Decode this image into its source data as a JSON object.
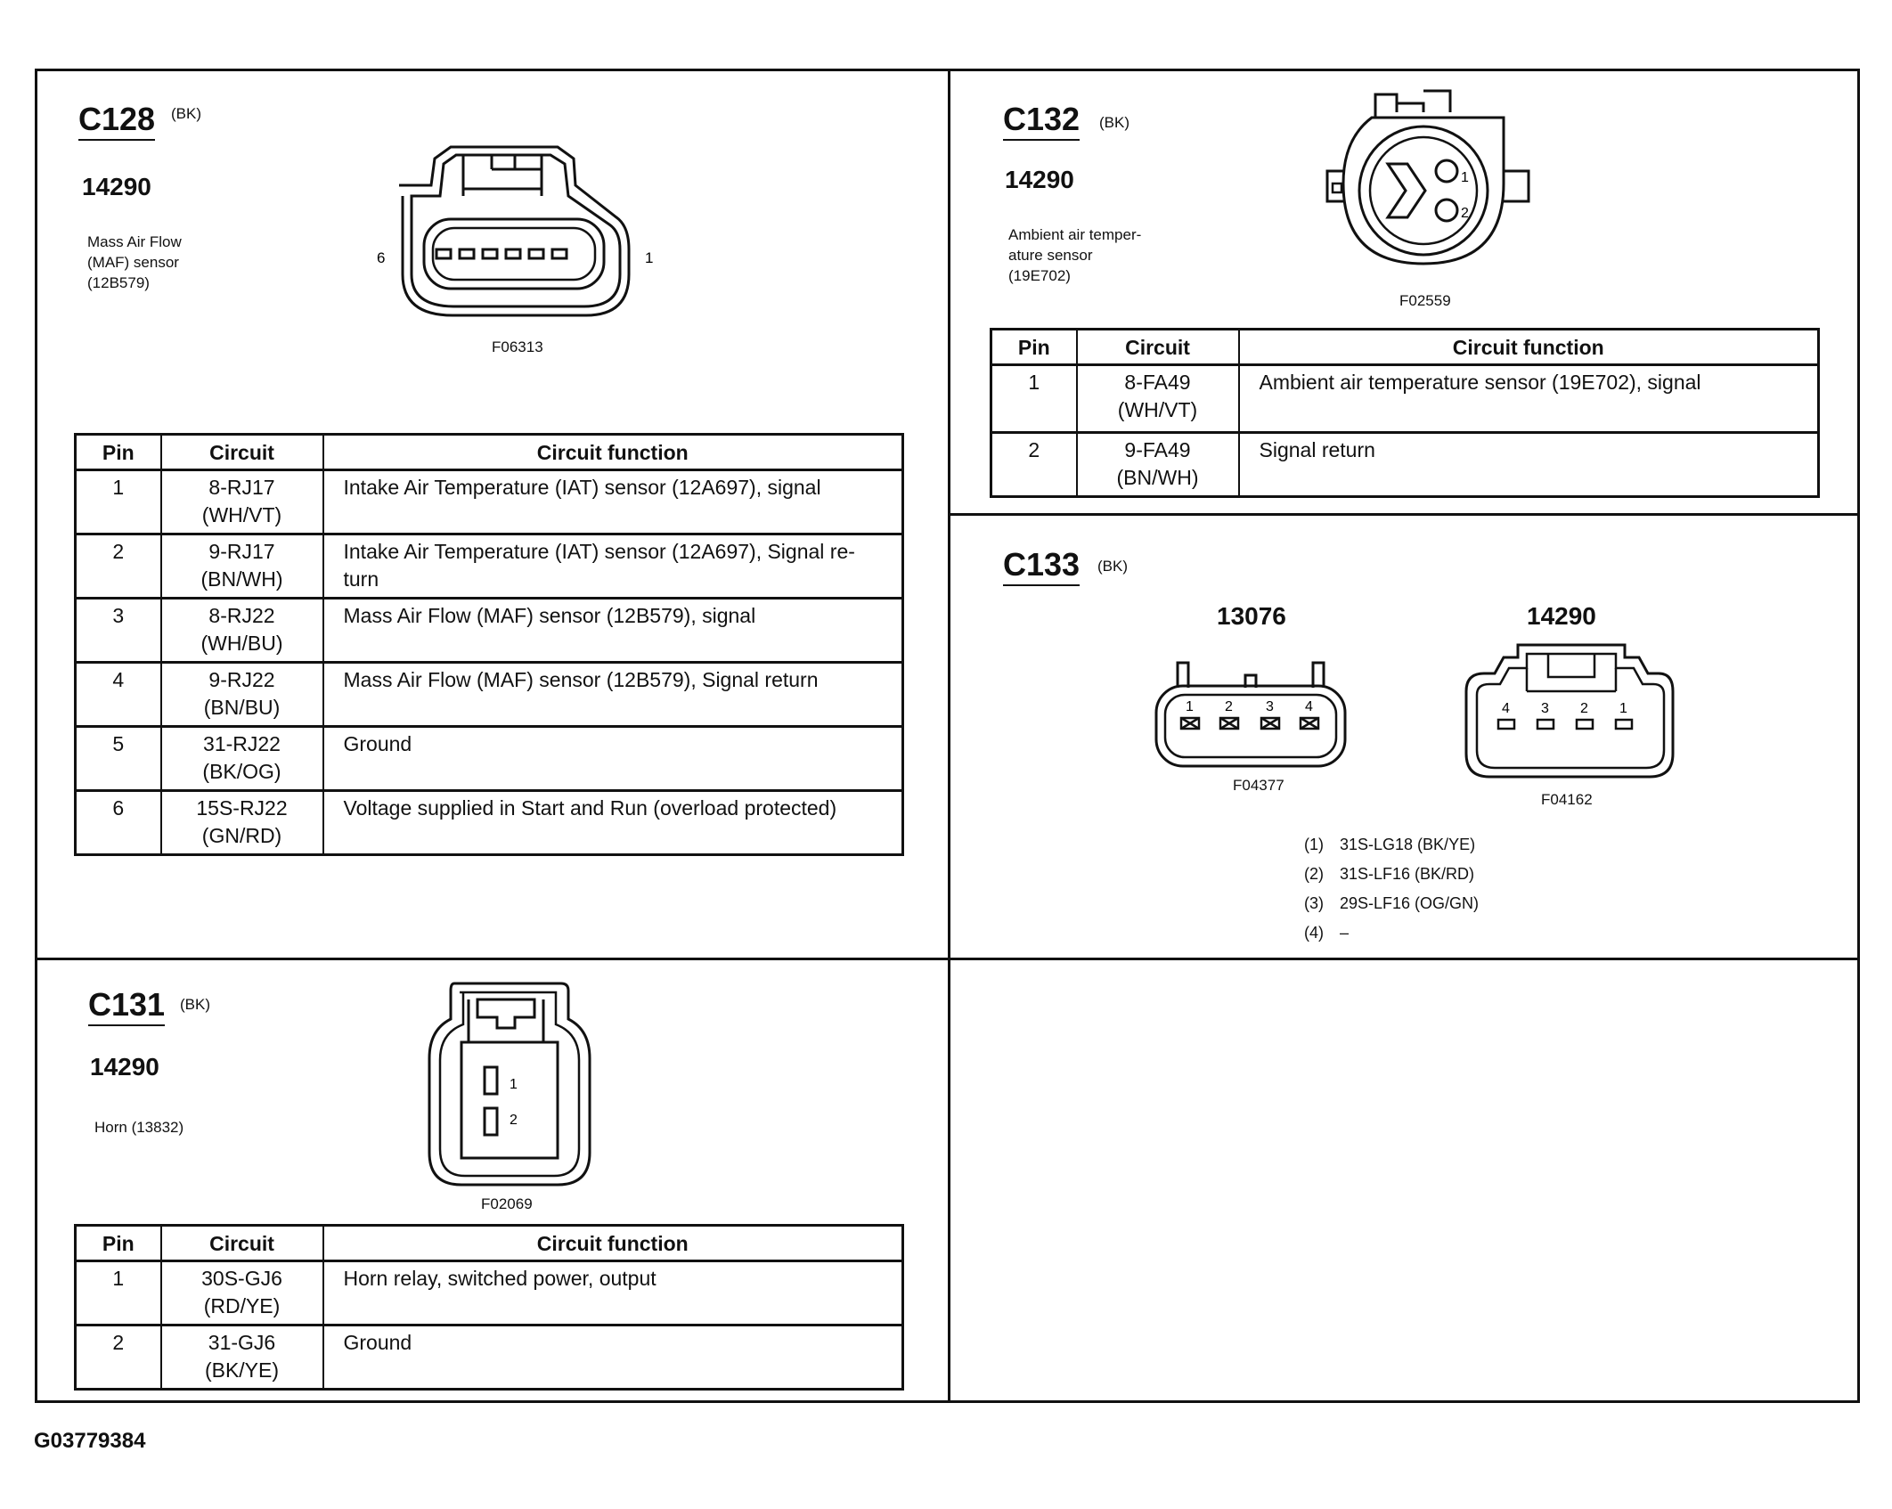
{
  "c128": {
    "id": "C128",
    "color": "(BK)",
    "part": "14290",
    "description": "Mass Air Flow\n(MAF) sensor\n(12B579)",
    "figure": "F06313",
    "pin_left": "6",
    "pin_right": "1",
    "headers": [
      "Pin",
      "Circuit",
      "Circuit function"
    ],
    "rows": [
      {
        "pin": "1",
        "circuit": "8-RJ17\n(WH/VT)",
        "function": "Intake Air Temperature (IAT) sensor (12A697), signal"
      },
      {
        "pin": "2",
        "circuit": "9-RJ17\n(BN/WH)",
        "function": "Intake Air Temperature (IAT) sensor (12A697), Signal re-turn"
      },
      {
        "pin": "3",
        "circuit": "8-RJ22\n(WH/BU)",
        "function": "Mass Air Flow (MAF) sensor (12B579), signal"
      },
      {
        "pin": "4",
        "circuit": "9-RJ22\n(BN/BU)",
        "function": "Mass Air Flow (MAF) sensor (12B579), Signal return"
      },
      {
        "pin": "5",
        "circuit": "31-RJ22\n(BK/OG)",
        "function": "Ground"
      },
      {
        "pin": "6",
        "circuit": "15S-RJ22\n(GN/RD)",
        "function": "Voltage supplied in Start and Run (overload protected)"
      }
    ]
  },
  "c132": {
    "id": "C132",
    "color": "(BK)",
    "part": "14290",
    "description": "Ambient air temper-\nature sensor\n(19E702)",
    "figure": "F02559",
    "pin_labels": [
      "1",
      "2"
    ],
    "headers": [
      "Pin",
      "Circuit",
      "Circuit function"
    ],
    "rows": [
      {
        "pin": "1",
        "circuit": "8-FA49\n(WH/VT)",
        "function": "Ambient air temperature sensor (19E702), signal"
      },
      {
        "pin": "2",
        "circuit": "9-FA49\n(BN/WH)",
        "function": "Signal return"
      }
    ]
  },
  "c133": {
    "id": "C133",
    "color": "(BK)",
    "left_part": "13076",
    "left_figure": "F04377",
    "left_pins": [
      "1",
      "2",
      "3",
      "4"
    ],
    "right_part": "14290",
    "right_figure": "F04162",
    "right_pins": [
      "4",
      "3",
      "2",
      "1"
    ],
    "legend": [
      {
        "num": "(1)",
        "text": "31S-LG18 (BK/YE)"
      },
      {
        "num": "(2)",
        "text": "31S-LF16 (BK/RD)"
      },
      {
        "num": "(3)",
        "text": "29S-LF16 (OG/GN)"
      },
      {
        "num": "(4)",
        "text": "–"
      }
    ]
  },
  "c131": {
    "id": "C131",
    "color": "(BK)",
    "part": "14290",
    "description": "Horn (13832)",
    "figure": "F02069",
    "pin_labels": [
      "1",
      "2"
    ],
    "headers": [
      "Pin",
      "Circuit",
      "Circuit function"
    ],
    "rows": [
      {
        "pin": "1",
        "circuit": "30S-GJ6\n(RD/YE)",
        "function": "Horn relay, switched power, output"
      },
      {
        "pin": "2",
        "circuit": "31-GJ6\n(BK/YE)",
        "function": "Ground"
      }
    ]
  },
  "footer": "G03779384"
}
